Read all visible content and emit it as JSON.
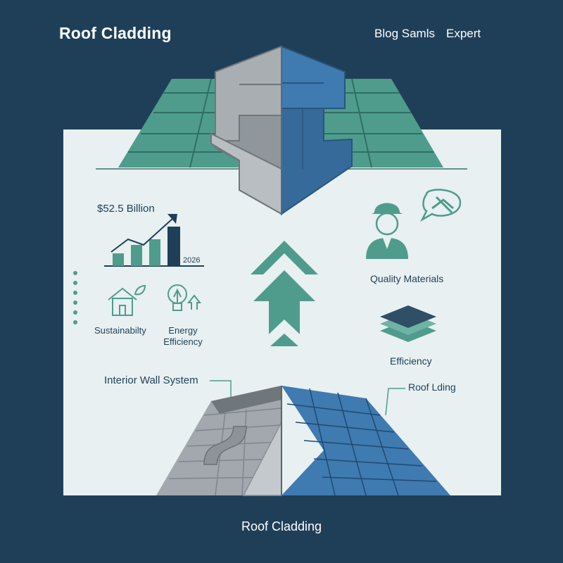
{
  "header": {
    "title": "Roof Cladding",
    "nav": [
      "Blog Samls",
      "Expert"
    ]
  },
  "stats": {
    "market_value": "$52.5 Billion",
    "year": "2026"
  },
  "features": {
    "sustainability": "Sustainabilty",
    "energy_line1": "Energy",
    "energy_line2": "Efficiency",
    "quality": "Quality Materials",
    "efficiency": "Efficiency"
  },
  "callouts": {
    "interior": "Interior Wall System",
    "roof": "Roof Lding"
  },
  "footer": {
    "label": "Roof Cladding"
  },
  "colors": {
    "background": "#1f3f58",
    "panel": "#e8f0f1",
    "teal": "#4f9c8c",
    "blue": "#3f7ab0",
    "steel": "#9aa0a6"
  }
}
